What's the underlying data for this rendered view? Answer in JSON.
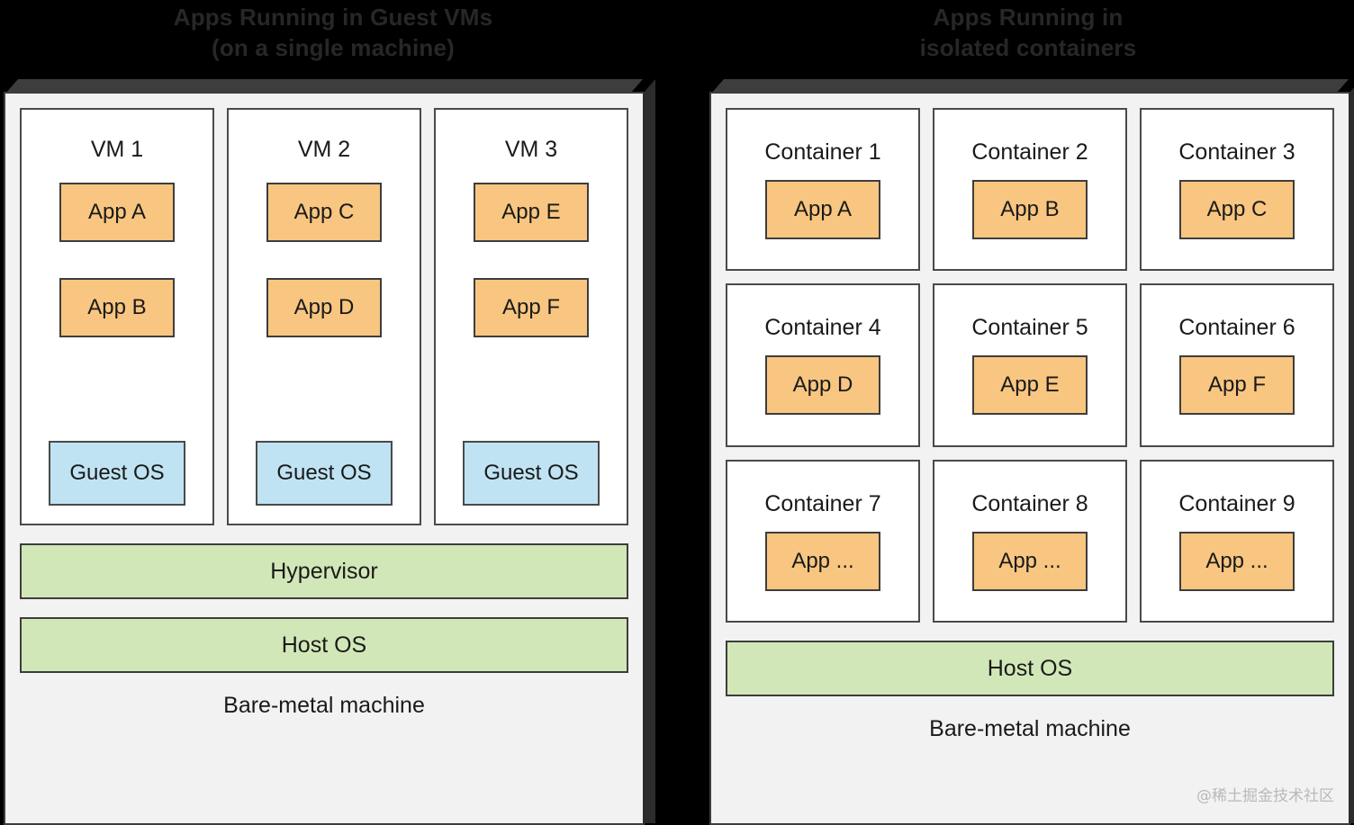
{
  "titles": {
    "left": {
      "line1": "Apps Running in Guest VMs",
      "line2": "(on a single machine)"
    },
    "right": {
      "line1": "Apps Running in",
      "line2": "isolated containers"
    }
  },
  "colors": {
    "app_fill": "#f8c680",
    "guest_os_fill": "#bfe3f2",
    "os_bar_fill": "#d2e7b7",
    "panel_fill": "#f2f2f2",
    "box_fill": "#ffffff",
    "stroke": "#3d3d3d",
    "background": "#000000"
  },
  "vm_panel": {
    "vms": [
      {
        "name": "VM 1",
        "apps": [
          "App A",
          "App B"
        ],
        "guest_os": "Guest OS"
      },
      {
        "name": "VM 2",
        "apps": [
          "App C",
          "App D"
        ],
        "guest_os": "Guest OS"
      },
      {
        "name": "VM 3",
        "apps": [
          "App E",
          "App F"
        ],
        "guest_os": "Guest OS"
      }
    ],
    "hypervisor": "Hypervisor",
    "host_os": "Host OS",
    "bare_metal": "Bare-metal machine"
  },
  "container_panel": {
    "containers": [
      {
        "name": "Container 1",
        "app": "App A"
      },
      {
        "name": "Container 2",
        "app": "App B"
      },
      {
        "name": "Container 3",
        "app": "App C"
      },
      {
        "name": "Container 4",
        "app": "App D"
      },
      {
        "name": "Container 5",
        "app": "App E"
      },
      {
        "name": "Container 6",
        "app": "App F"
      },
      {
        "name": "Container 7",
        "app": "App ..."
      },
      {
        "name": "Container 8",
        "app": "App ..."
      },
      {
        "name": "Container 9",
        "app": "App ..."
      }
    ],
    "host_os": "Host OS",
    "bare_metal": "Bare-metal machine"
  },
  "watermark": "@稀土掘金技术社区"
}
